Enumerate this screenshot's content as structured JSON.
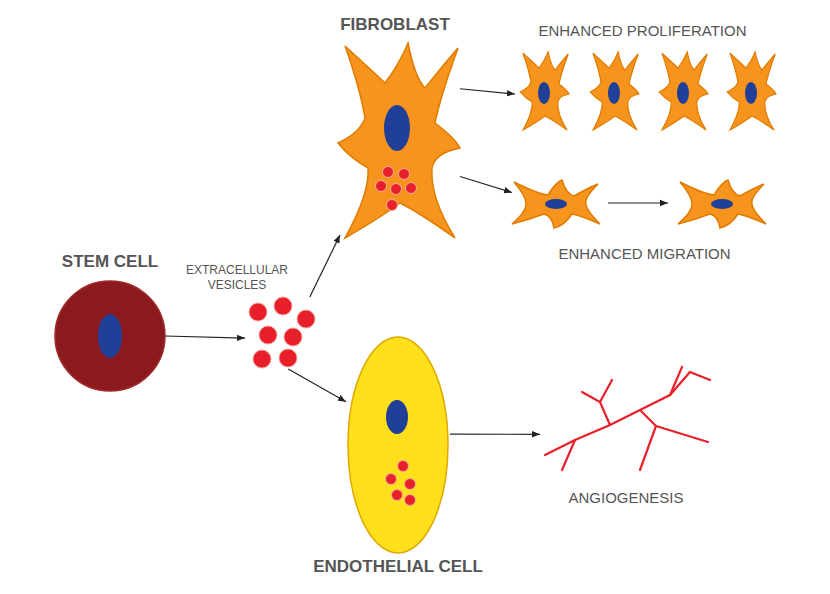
{
  "diagram": {
    "nodes": [
      {
        "text": [
          "STEM CELL"
        ]
      },
      {
        "text": [
          "EXTRACELLULAR VESICLES"
        ]
      },
      {
        "text": [
          "FIBROBLAST"
        ]
      },
      {
        "text": [
          "ENHANCED PROLIFERATION"
        ]
      },
      {
        "text": [
          "ENHANCED MIGRATION"
        ]
      },
      {
        "text": [
          "ENDOTHELIAL CELL"
        ]
      },
      {
        "text": [
          "ANGIOGENESIS"
        ]
      }
    ],
    "edges": [
      {
        "from": 0,
        "to": 1,
        "arrow": "to"
      },
      {
        "from": 1,
        "to": 2,
        "arrow": "to"
      },
      {
        "from": 1,
        "to": 5,
        "arrow": "to"
      },
      {
        "from": 2,
        "to": 3,
        "arrow": "to"
      },
      {
        "from": 2,
        "to": 4,
        "arrow": "to"
      },
      {
        "from": 5,
        "to": 6,
        "arrow": "to"
      }
    ]
  }
}
